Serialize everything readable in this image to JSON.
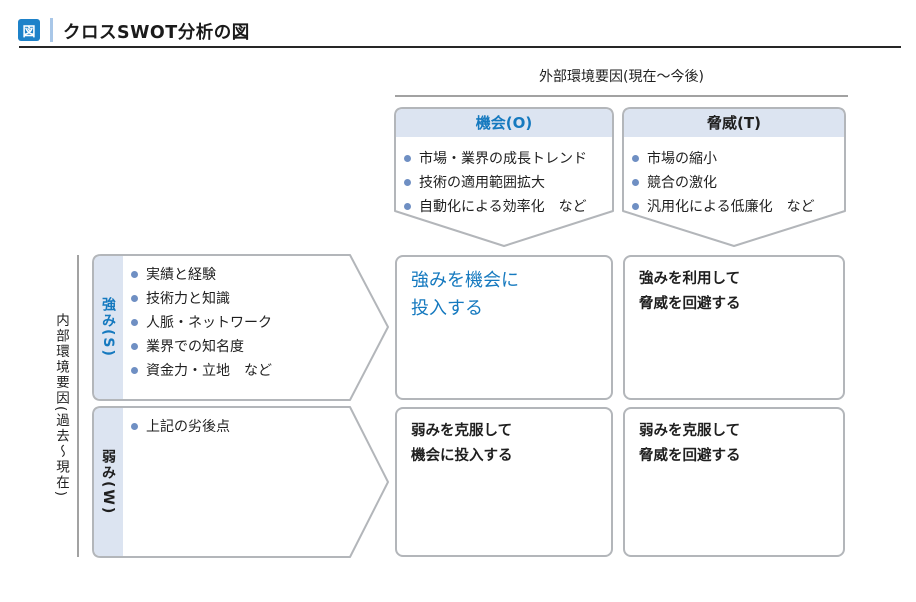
{
  "header": {
    "badge_label": "図",
    "title": "クロスSWOT分析の図"
  },
  "axes": {
    "external_label": "外部環境要因(現在〜今後)",
    "internal_label": "内部環境要因(過去〜現在)"
  },
  "opportunity": {
    "title": "機会(O)",
    "items": [
      "市場・業界の成長トレンド",
      "技術の適用範囲拡大",
      "自動化による効率化　など"
    ]
  },
  "threat": {
    "title": "脅威(T)",
    "items": [
      "市場の縮小",
      "競合の激化",
      "汎用化による低廉化　など"
    ]
  },
  "strength": {
    "title": "強み(S)",
    "items": [
      "実績と経験",
      "技術力と知識",
      "人脈・ネットワーク",
      "業界での知名度",
      "資金力・立地　など"
    ]
  },
  "weakness": {
    "title": "弱み(W)",
    "items": [
      "上記の劣後点"
    ]
  },
  "matrix": {
    "so": "強みを機会に\n投入する",
    "st": "強みを利用して\n脅威を回避する",
    "wo": "弱みを克服して\n機会に投入する",
    "wt": "弱みを克服して\n脅威を回避する"
  },
  "colors": {
    "accent_blue": "#1579bf",
    "badge_blue": "#1e82c9",
    "strip_light_blue": "#dce4f1",
    "shape_border_gray": "#b3b6ba",
    "bullet_blue": "#6f8fc3",
    "axis_line_gray": "#a2a2a2",
    "text_dark": "#1f1f1f"
  }
}
